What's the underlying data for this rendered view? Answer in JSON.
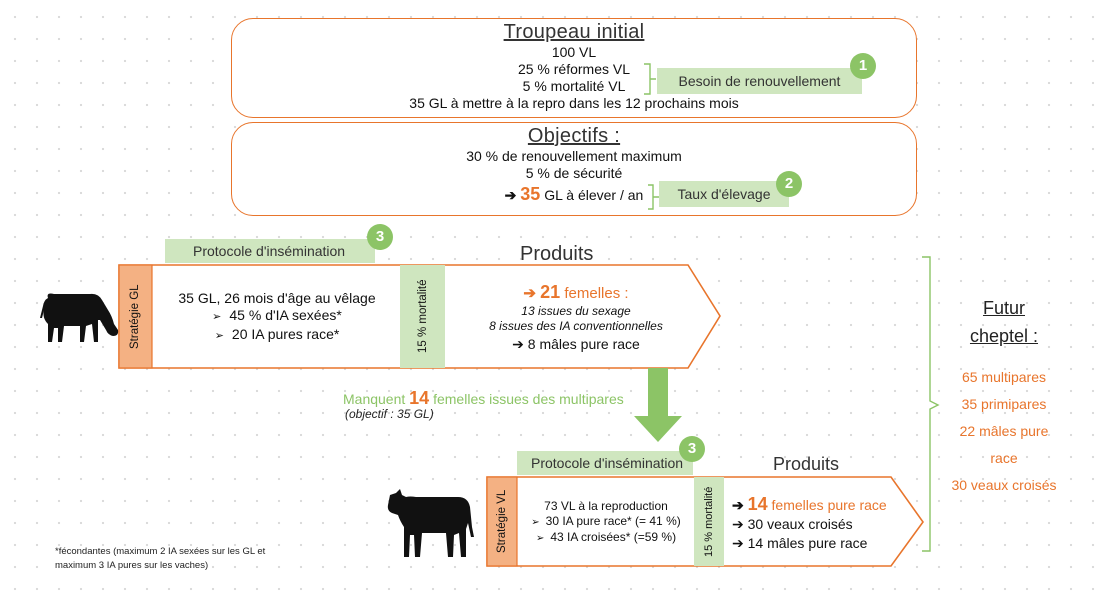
{
  "initial_box": {
    "title": "Troupeau initial",
    "lines": [
      "100 VL",
      "25 % réformes VL",
      "5 % mortalité VL",
      "35 GL à mettre à la repro dans les 12 prochains mois"
    ],
    "tag": "Besoin de renouvellement",
    "badge": "1"
  },
  "objectives_box": {
    "title": "Objectifs :",
    "lines": [
      "30 % de renouvellement maximum",
      "5 % de sécurité"
    ],
    "result_arrow": "➔",
    "result_number": "35",
    "result_text": " GL à élever / an",
    "tag": "Taux d'élevage",
    "badge": "2"
  },
  "gl_block": {
    "protocol_tag": "Protocole d'insémination",
    "badge": "3",
    "strategy_label": "Stratégie GL",
    "main_line": "35 GL, 26 mois d'âge au vêlage",
    "bullets": [
      "45 % d'IA sexées*",
      "20 IA pures race*"
    ],
    "bullet_glyph": "➢",
    "mortality": "15 % mortalité",
    "products_title": "Produits",
    "prod_arrow": "➔",
    "prod_number": "21",
    "prod_unit": " femelles :",
    "prod_sub1": "13 issues du sexage",
    "prod_sub2": "8 issues des IA conventionnelles",
    "prod_males": "➔ 8 mâles pure race"
  },
  "missing": {
    "prefix": "Manquent ",
    "number": "14",
    "suffix": " femelles issues des multipares",
    "note": "(objectif : 35 GL)"
  },
  "vl_block": {
    "protocol_tag": "Protocole d'insémination",
    "badge": "3",
    "strategy_label": "Stratégie VL",
    "main_line": "73 VL à la reproduction",
    "bullets": [
      "30 IA pure race* (= 41 %)",
      "43 IA croisées* (=59 %)"
    ],
    "bullet_glyph": "➢",
    "mortality": "15 % mortalité",
    "products_title": "Produits",
    "prod_line1_arrow": "➔",
    "prod_line1_number": "14",
    "prod_line1_text": " femelles pure race",
    "prod_line2": "➔ 30 veaux croisés",
    "prod_line3": "➔ 14 mâles pure race"
  },
  "future": {
    "title_line1": "Futur",
    "title_line2": "cheptel :",
    "items": [
      "65 multipares",
      "35 primipares",
      "22 mâles pure",
      "race",
      "30 veaux croisés"
    ]
  },
  "footnote": {
    "line1": "*fécondantes (maximum 2 IA sexées sur les GL et",
    "line2": "maximum 3 IA pures sur les vaches)"
  },
  "colors": {
    "orange": "#e8752c",
    "green_light": "#cfe6bf",
    "green_badge": "#8cc466",
    "green_arrow": "#8cc466",
    "strategy_bg": "#f4b183"
  },
  "icons": [
    "cow-grazing-icon",
    "cow-standing-icon",
    "down-arrow-icon",
    "brace-icon"
  ]
}
